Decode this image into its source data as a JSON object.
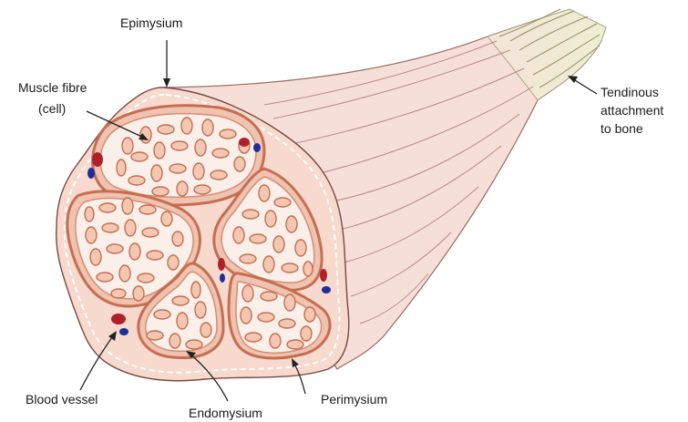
{
  "labels": {
    "epimysium": "Epimysium",
    "muscle_fibre_1": "Muscle fibre",
    "muscle_fibre_2": "(cell)",
    "tendon_1": "Tendinous",
    "tendon_2": "attachment",
    "tendon_3": "to bone",
    "blood_vessel": "Blood vessel",
    "endomysium": "Endomysium",
    "perimysium": "Perimysium"
  },
  "colors": {
    "muscle_body": "#f6dfd9",
    "tendon": "#f0efd8",
    "fibre_outline": "#c56e52",
    "fibre_fill": "#f3c7b2",
    "artery": "#b0202a",
    "vein": "#1f2f9a"
  }
}
